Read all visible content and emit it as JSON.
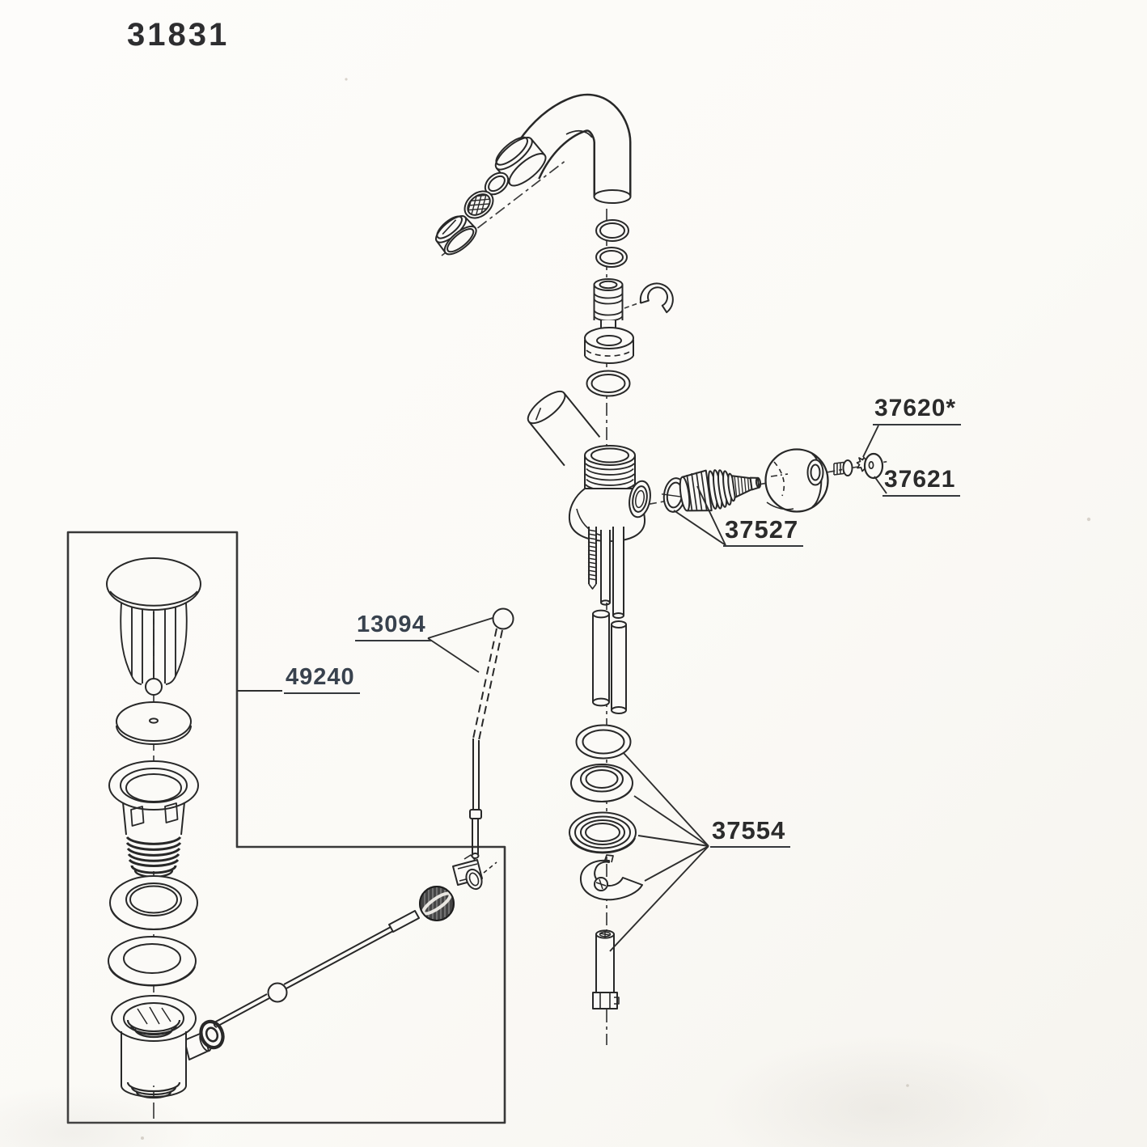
{
  "diagram": {
    "drawing_number": "31831",
    "part_labels": [
      {
        "id": "37620",
        "number": "37620*"
      },
      {
        "id": "37621",
        "number": "37621"
      },
      {
        "id": "37527",
        "number": "37527"
      },
      {
        "id": "37554",
        "number": "37554"
      },
      {
        "id": "13094",
        "number": "13094"
      },
      {
        "id": "49240",
        "number": "49240"
      }
    ],
    "ink_color": "#2b2b2b",
    "paper_color": "#fbfaf7"
  }
}
